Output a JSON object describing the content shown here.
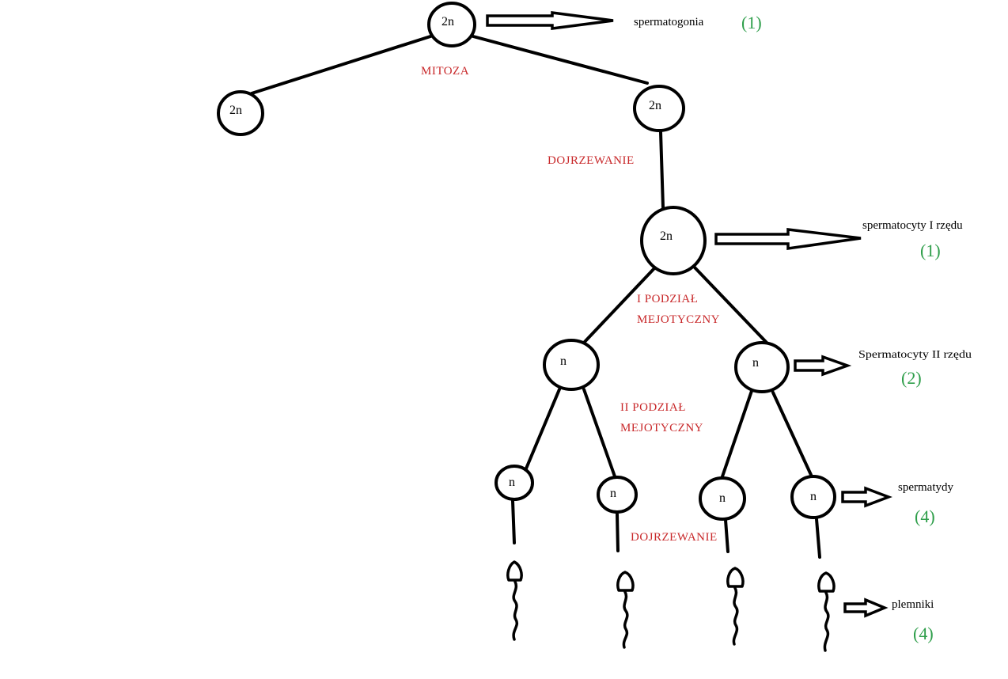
{
  "diagram": {
    "cells": [
      {
        "id": "spermatogonium-top",
        "label": "2n"
      },
      {
        "id": "spermatogonium-left",
        "label": "2n"
      },
      {
        "id": "spermatogonium-right",
        "label": "2n"
      },
      {
        "id": "spermatocyte-1",
        "label": "2n"
      },
      {
        "id": "spermatocyte-2-left",
        "label": "n"
      },
      {
        "id": "spermatocyte-2-right",
        "label": "n"
      },
      {
        "id": "spermatid-1",
        "label": "n"
      },
      {
        "id": "spermatid-2",
        "label": "n"
      },
      {
        "id": "spermatid-3",
        "label": "n"
      },
      {
        "id": "spermatid-4",
        "label": "n"
      }
    ],
    "stages": {
      "mitosis": "MITOZA",
      "maturation_1": "DOJRZEWANIE",
      "meiosis_1_line1": "I PODZIAŁ",
      "meiosis_1_line2": "MEJOTYCZNY",
      "meiosis_2_line1": "II PODZIAŁ",
      "meiosis_2_line2": "MEJOTYCZNY",
      "maturation_2": "DOJRZEWANIE"
    },
    "annotations": [
      {
        "id": "spermatogonia",
        "name": "spermatogonia",
        "count": "(1)"
      },
      {
        "id": "spermatocytes-1",
        "name": "spermatocyty I rzędu",
        "count": "(1)"
      },
      {
        "id": "spermatocytes-2",
        "name": "Spermatocyty II rzędu",
        "count": "(2)"
      },
      {
        "id": "spermatids",
        "name": "spermatydy",
        "count": "(4)"
      },
      {
        "id": "sperm",
        "name": "plemniki",
        "count": "(4)"
      }
    ],
    "colors": {
      "stroke": "#000000",
      "stage_text": "#c8282a",
      "count_text": "#2e9e4a"
    }
  }
}
